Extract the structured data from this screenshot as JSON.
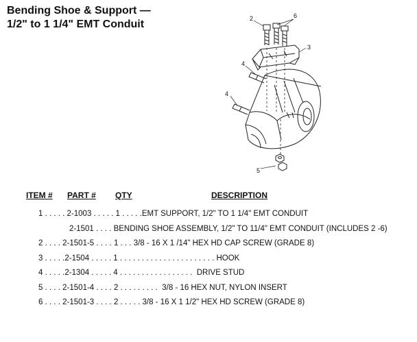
{
  "title": {
    "line1": "Bending Shoe & Support —",
    "line2": "1/2\" to 1 1/4\" EMT Conduit"
  },
  "diagram": {
    "callouts": [
      "2",
      "6",
      "3",
      "4",
      "4",
      "5"
    ]
  },
  "table": {
    "headers": {
      "item": "ITEM #",
      "part": "PART #",
      "qty": "QTY",
      "description": "DESCRIPTION"
    },
    "rows": [
      "1 . . . . . 2-1003 . . . . . 1 . . . . .EMT SUPPORT, 1/2\" TO 1 1/4\" EMT CONDUIT",
      "2-1501 . . . . BENDING SHOE ASSEMBLY, 1/2\" TO 11/4\" EMT CONDUIT (INCLUDES 2 -6)",
      "2 . . . . 2-1501-5 . . . . 1 . . . 3/8 - 16 X 1 /14\" HEX HD CAP SCREW (GRADE 8)",
      "3 . . . . .2-1504 . . . . . 1 . . . . . . . . . . . . . . . . . . . . . . HOOK",
      "4 . . . . .2-1304 . . . . . 4 . . . . . . . . . . . . . . . . .  DRIVE STUD",
      "5 . . . . 2-1501-4 . . . . 2 . . . . . . . . .  3/8 - 16 HEX NUT, NYLON INSERT",
      "6 . . . . 2-1501-3 . . . . 2 . . . . . 3/8 - 16 X 1 1/2\" HEX HD SCREW (GRADE 8)"
    ]
  }
}
